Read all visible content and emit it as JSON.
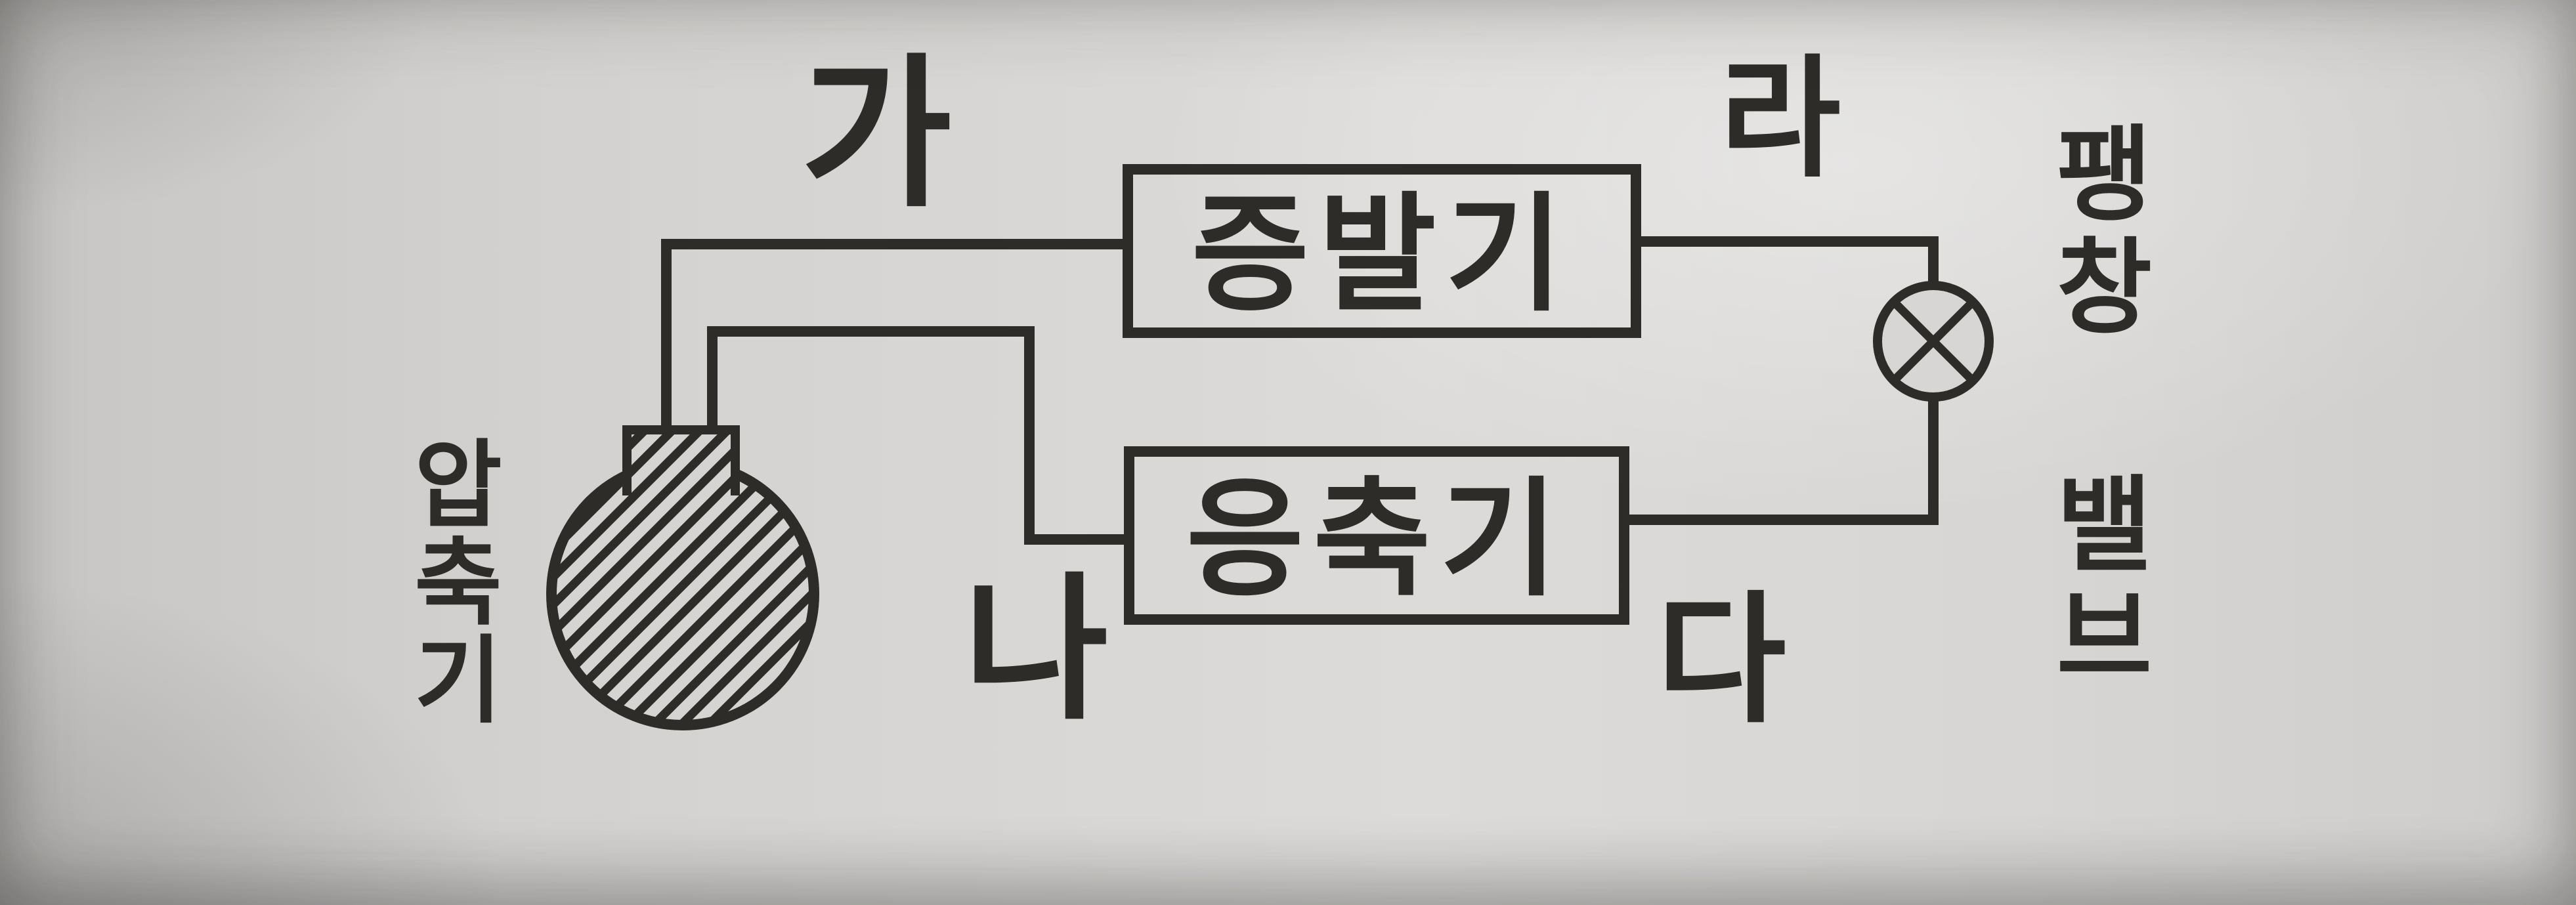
{
  "diagram": {
    "components": {
      "evaporator": {
        "label": "증발기"
      },
      "condenser": {
        "label": "응축기"
      },
      "compressor": {
        "label": "압축기"
      },
      "expansion_valve": {
        "label": "팽창 밸브"
      }
    },
    "point_labels": {
      "ga": "가",
      "na": "나",
      "da": "다",
      "ra": "라"
    },
    "colors": {
      "ink": "#2e2c29",
      "paper": "#d6d4d2"
    }
  }
}
